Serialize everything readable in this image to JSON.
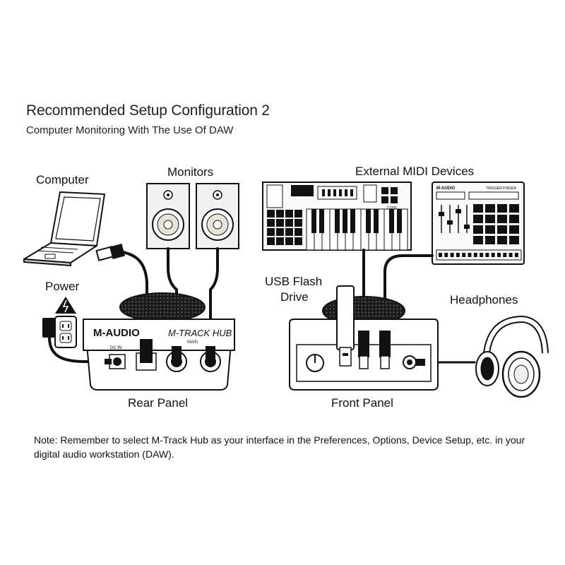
{
  "header": {
    "title": "Recommended Setup Configuration 2",
    "subtitle": "Computer Monitoring With The Use Of DAW"
  },
  "labels": {
    "computer": "Computer",
    "monitors": "Monitors",
    "external_midi": "External MIDI Devices",
    "power": "Power",
    "usb_flash_line1": "USB Flash",
    "usb_flash_line2": "Drive",
    "headphones": "Headphones",
    "rear_panel": "Rear Panel",
    "front_panel": "Front Panel"
  },
  "device_text": {
    "brand": "M-AUDIO",
    "model": "M-TRACK HUB",
    "dc_in": "DC IN",
    "main": "MAIN",
    "midi_brand": "M-AUDIO",
    "pad_model": "TRIGGER FINGER",
    "code": "CODE"
  },
  "note": "Note: Remember to select M-Track Hub as your interface in the Preferences, Options, Device Setup, etc. in your digital audio workstation (DAW)."
}
